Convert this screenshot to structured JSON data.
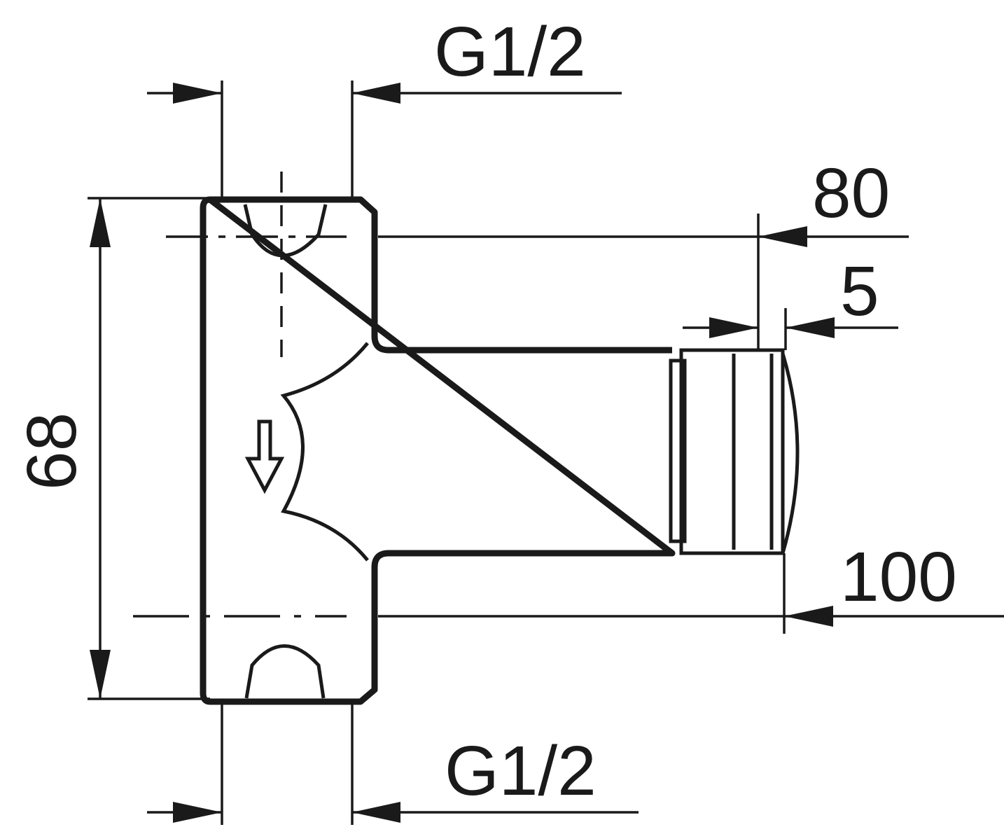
{
  "dimensions": {
    "top_thread": "G1/2",
    "bottom_thread": "G1/2",
    "height": "68",
    "depth_80": "80",
    "ring_5": "5",
    "depth_100": "100"
  },
  "colors": {
    "line": "#1a1a1a",
    "background": "#ffffff"
  }
}
